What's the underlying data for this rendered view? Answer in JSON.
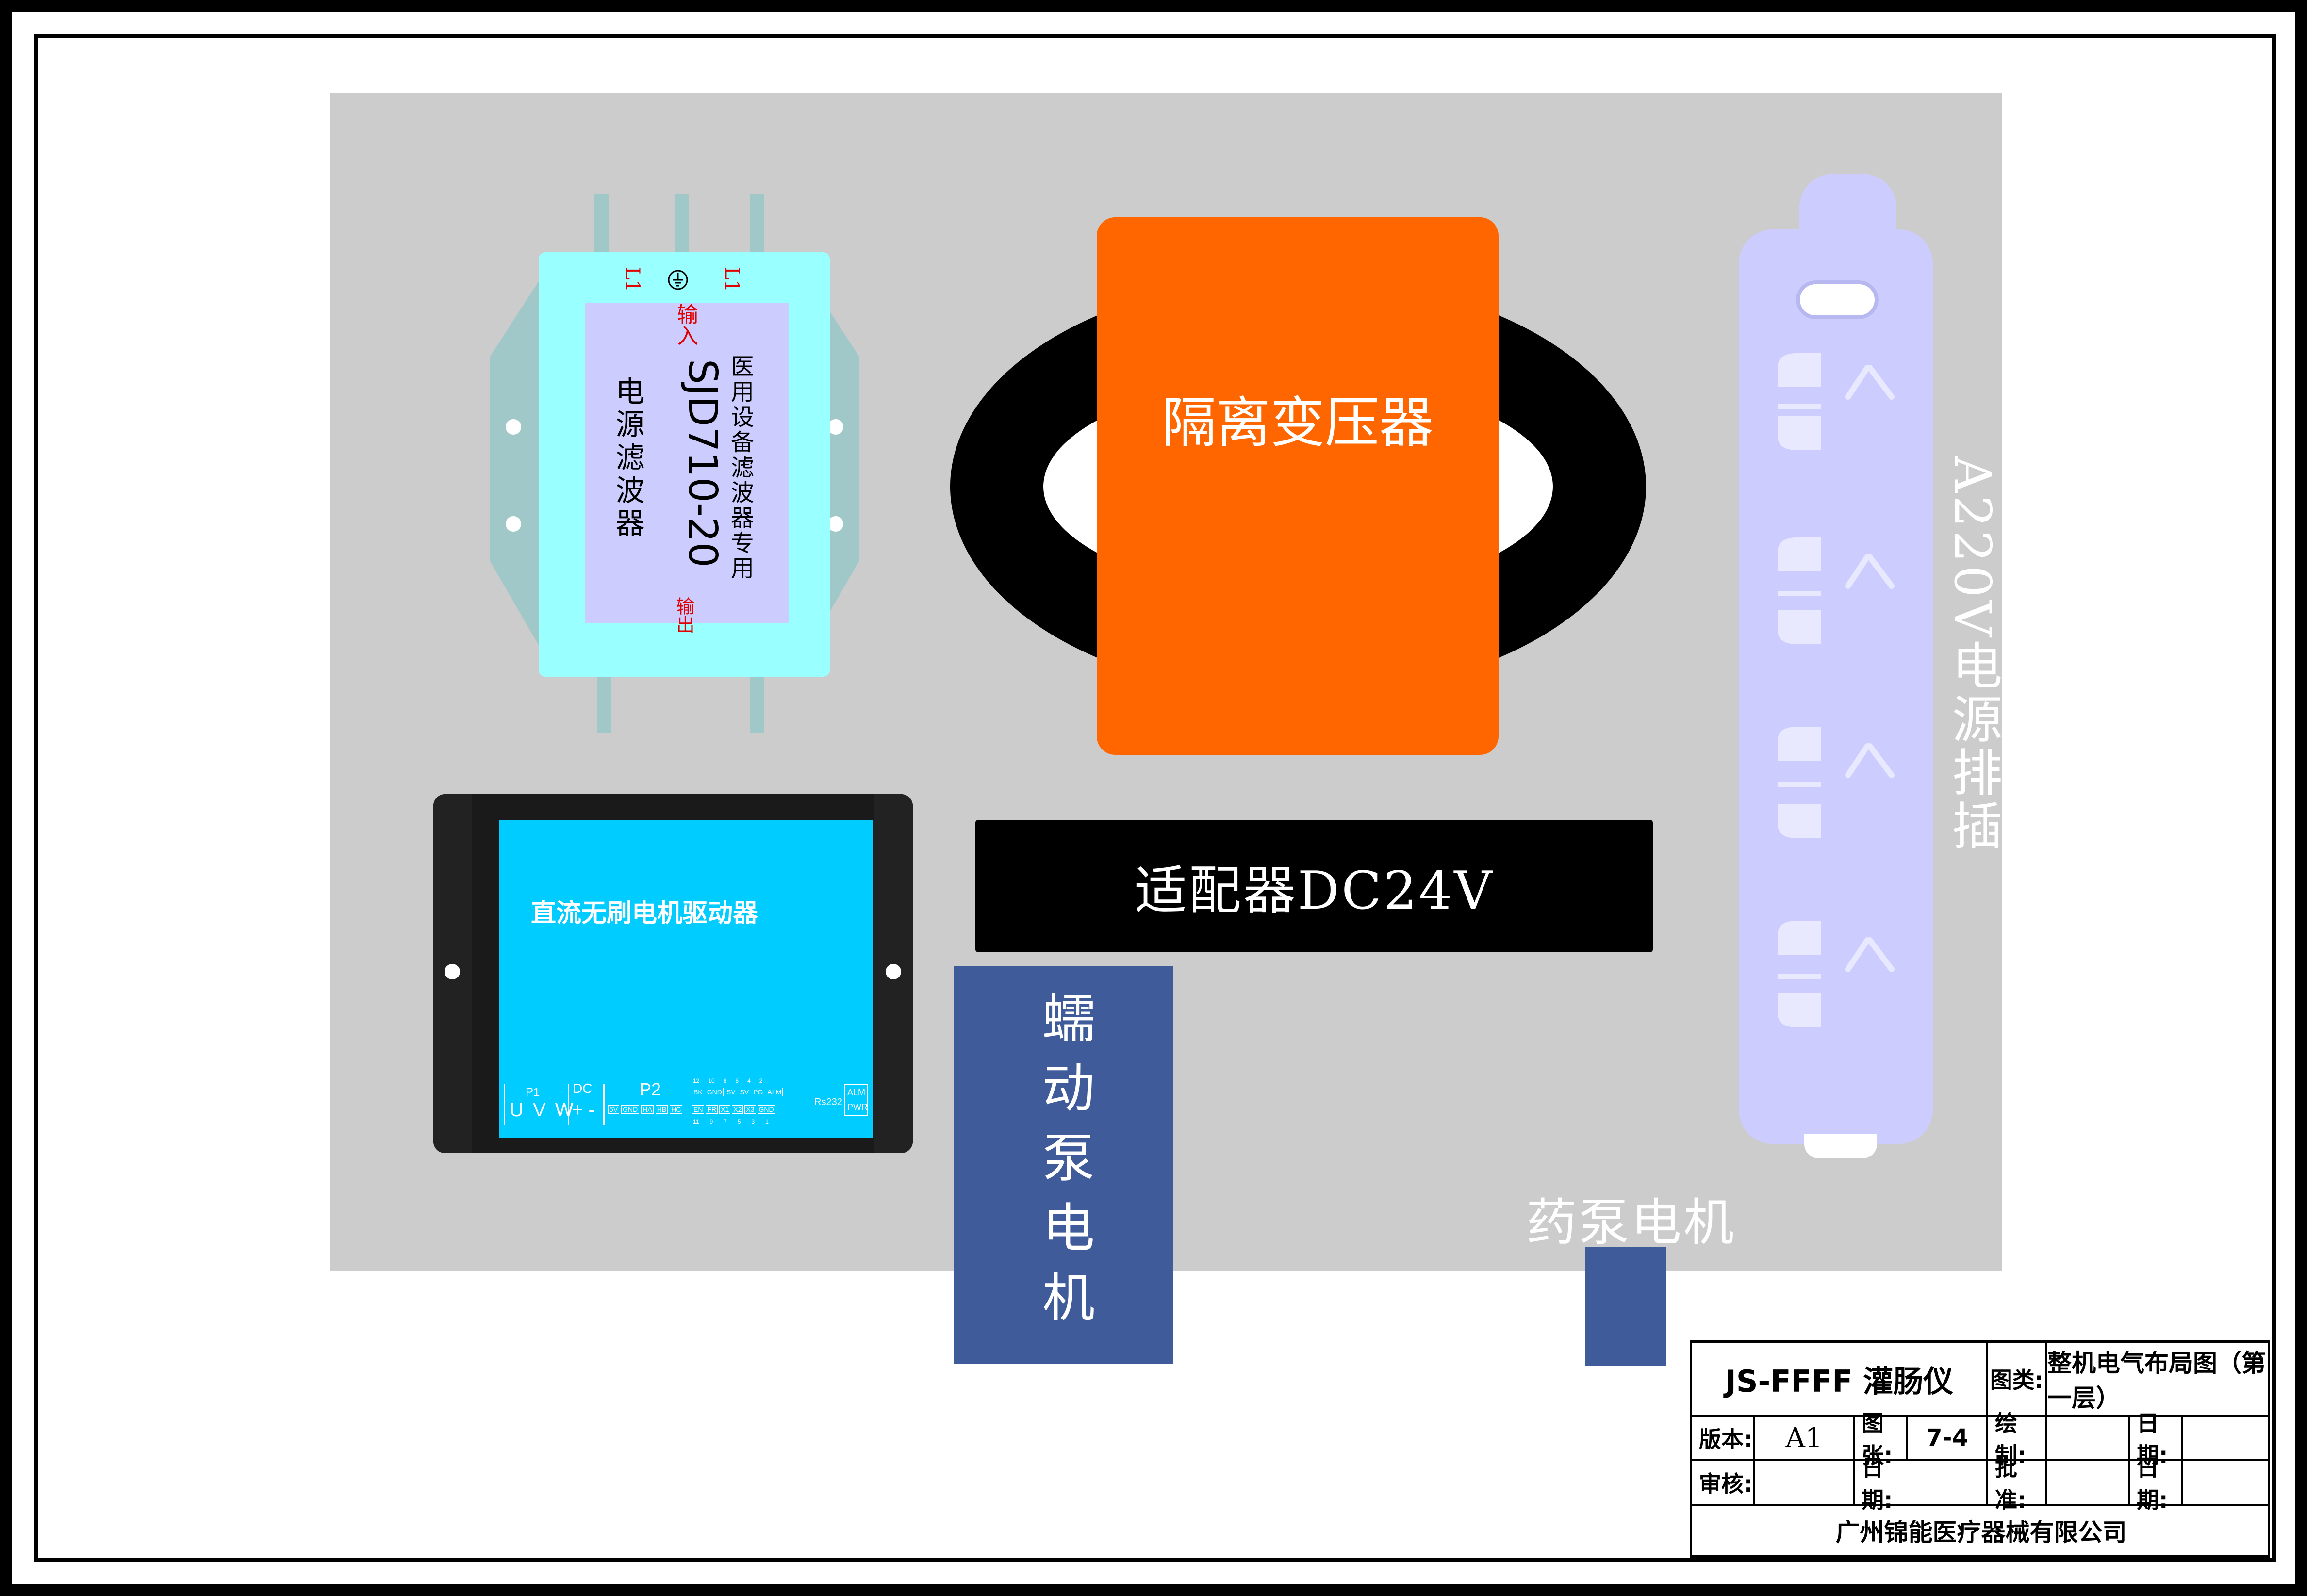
{
  "filter": {
    "model": "SJD710-20",
    "name": "电源滤波器",
    "usage": "医用设备滤波器专用",
    "input_label": "输入",
    "output_label": "输出",
    "terminal_left": "L1",
    "terminal_right": "L1"
  },
  "transformer": {
    "label": "隔离变压器"
  },
  "power_strip": {
    "label": "A220V电源排插"
  },
  "driver": {
    "label": "直流无刷电机驱动器",
    "p1_label": "P1",
    "p1_pins": "U V W",
    "dc_label": "DC",
    "dc_pins": "+ -",
    "p2_label": "P2",
    "p2_top": [
      "12",
      "10",
      "8",
      "6",
      "4",
      "2"
    ],
    "p2_row1": [
      "BK",
      "GND",
      "SV",
      "SV",
      "PG",
      "ALM"
    ],
    "p2_row2": [
      "EN",
      "FR",
      "X1",
      "X2",
      "X3",
      "GND"
    ],
    "p2_bottom": [
      "11",
      "9",
      "7",
      "5",
      "3",
      "1"
    ],
    "p1_row": [
      "5V",
      "GND",
      "HA",
      "HB",
      "HC"
    ],
    "rs232": "Rs232",
    "alm": "ALM",
    "pwr": "PWR"
  },
  "adapter": {
    "label": "适配器DC24V"
  },
  "peristaltic": {
    "label": "蠕动泵电机"
  },
  "drug_pump": {
    "label": "药泵电机"
  },
  "title_block": {
    "product": "JS-FFFF 灌肠仪",
    "category_label": "图类:",
    "category_value": "整机电气布局图（第一层）",
    "version_label": "版本:",
    "version_value": "A1",
    "sheet_label": "图张:",
    "sheet_value": "7-4",
    "draw_label": "绘制:",
    "date_label_1": "日期:",
    "review_label": "审核:",
    "date_label_2": "日期:",
    "approve_label": "批准:",
    "date_label_3": "日期:",
    "company": "广州锦能医疗器械有限公司"
  },
  "colors": {
    "panel": "#cccccc",
    "filter_body": "#99ffff",
    "filter_label": "#ccccff",
    "transformer": "#ff6600",
    "power_strip": "#ccccff",
    "driver_screen": "#00ccff",
    "pump_blue": "#3f5b9a"
  }
}
